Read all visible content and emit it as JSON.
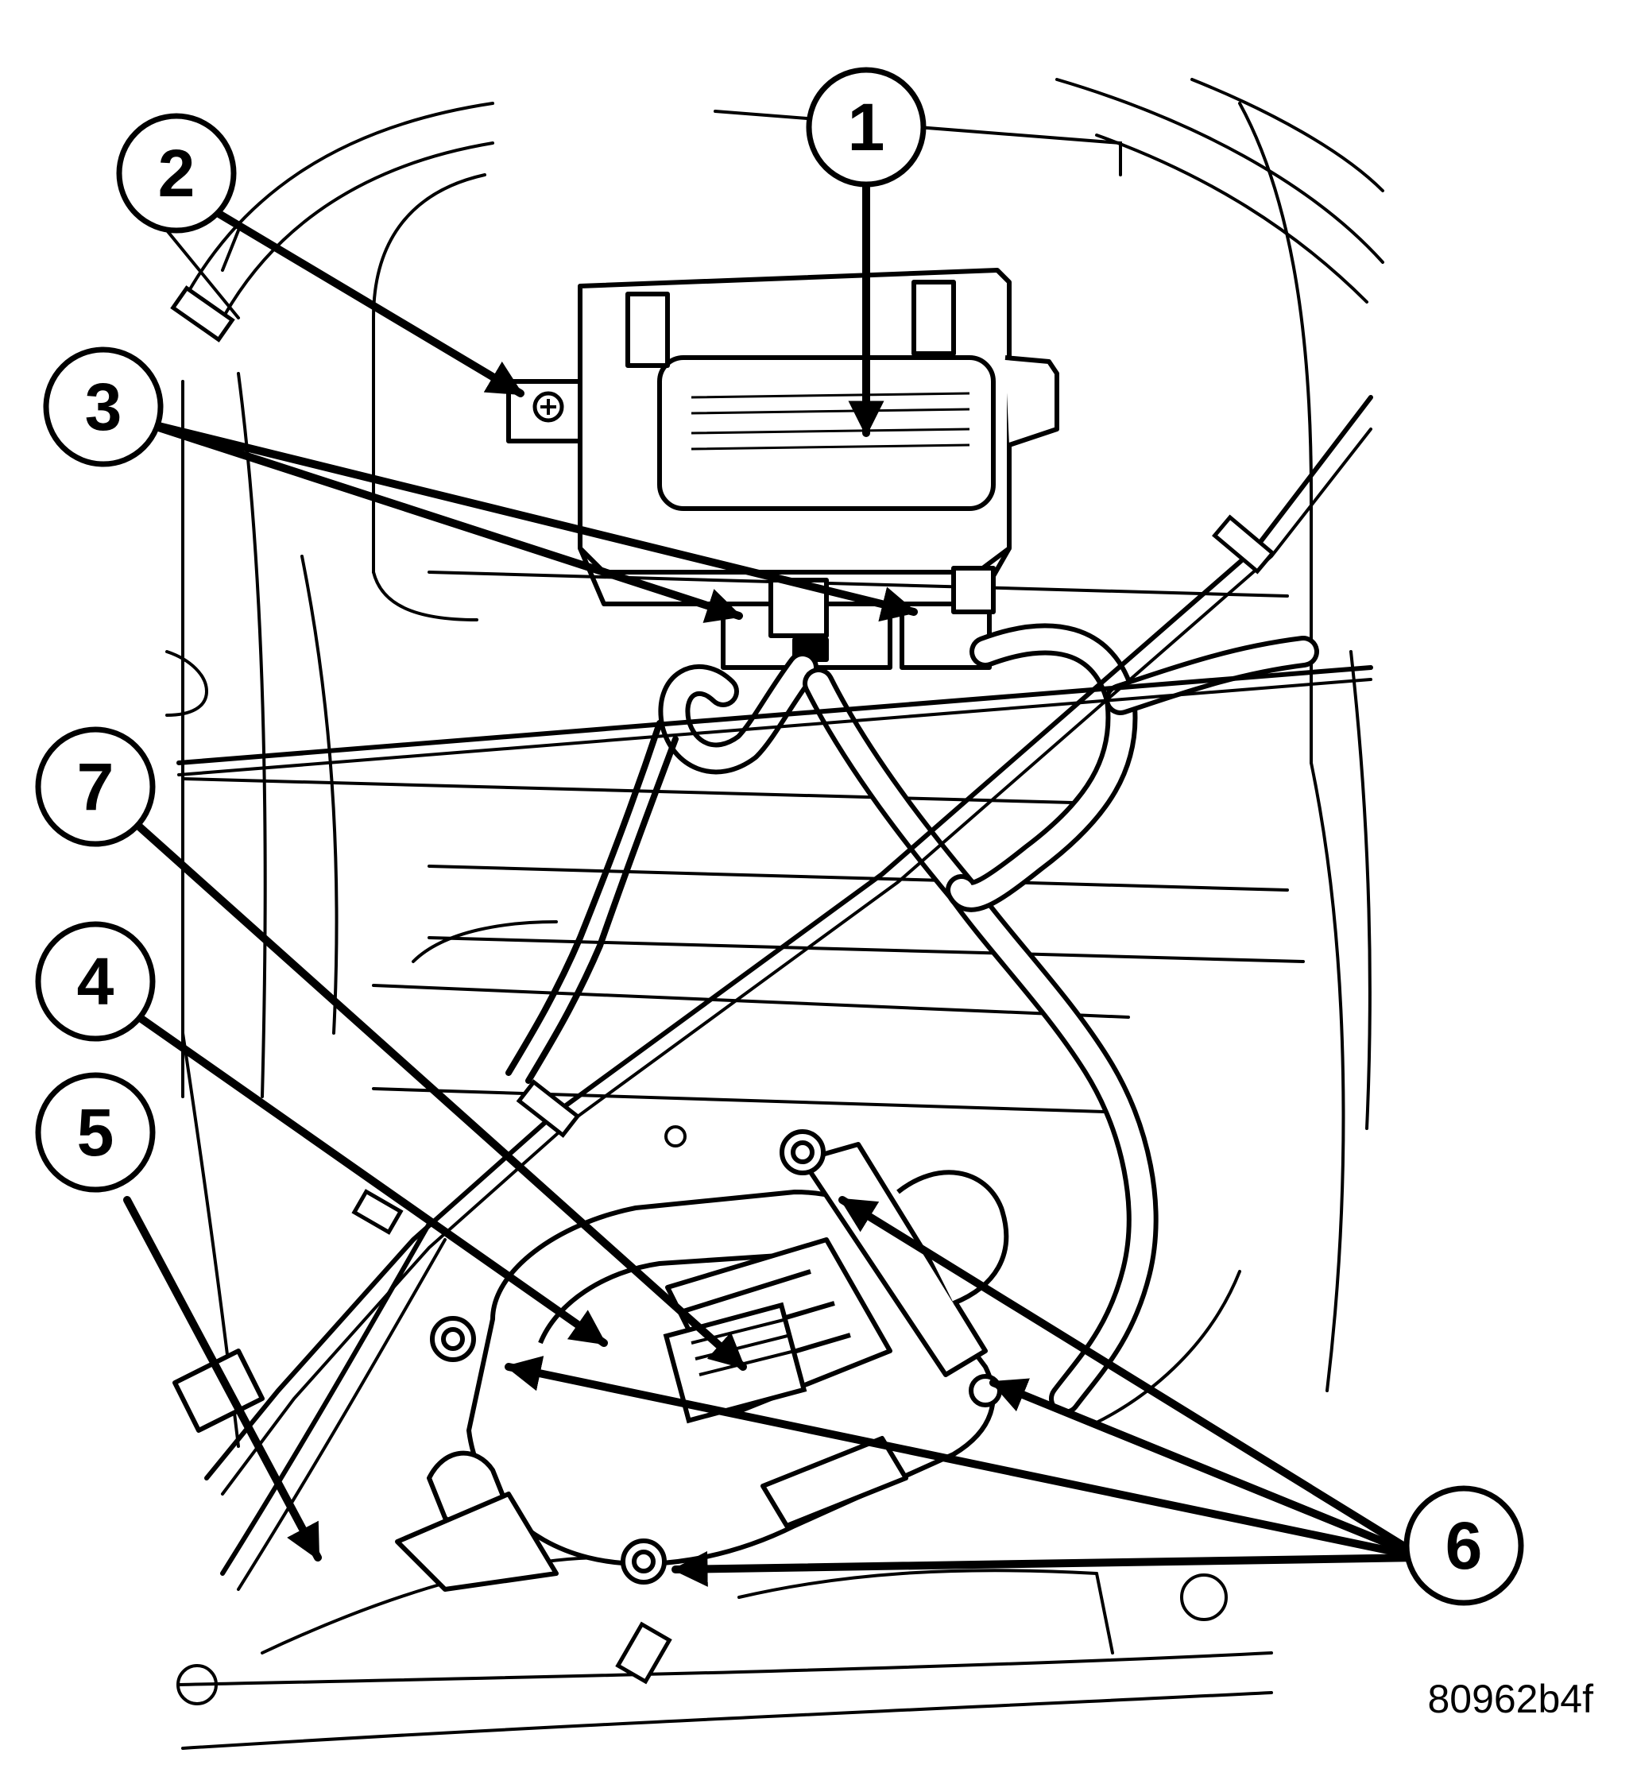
{
  "callouts": [
    {
      "id": "1",
      "label": "1"
    },
    {
      "id": "2",
      "label": "2"
    },
    {
      "id": "3",
      "label": "3"
    },
    {
      "id": "4",
      "label": "4"
    },
    {
      "id": "5",
      "label": "5"
    },
    {
      "id": "6",
      "label": "6"
    },
    {
      "id": "7",
      "label": "7"
    }
  ],
  "figure_id": "80962b4f",
  "colors": {
    "ink": "#000000",
    "paper": "#ffffff"
  }
}
